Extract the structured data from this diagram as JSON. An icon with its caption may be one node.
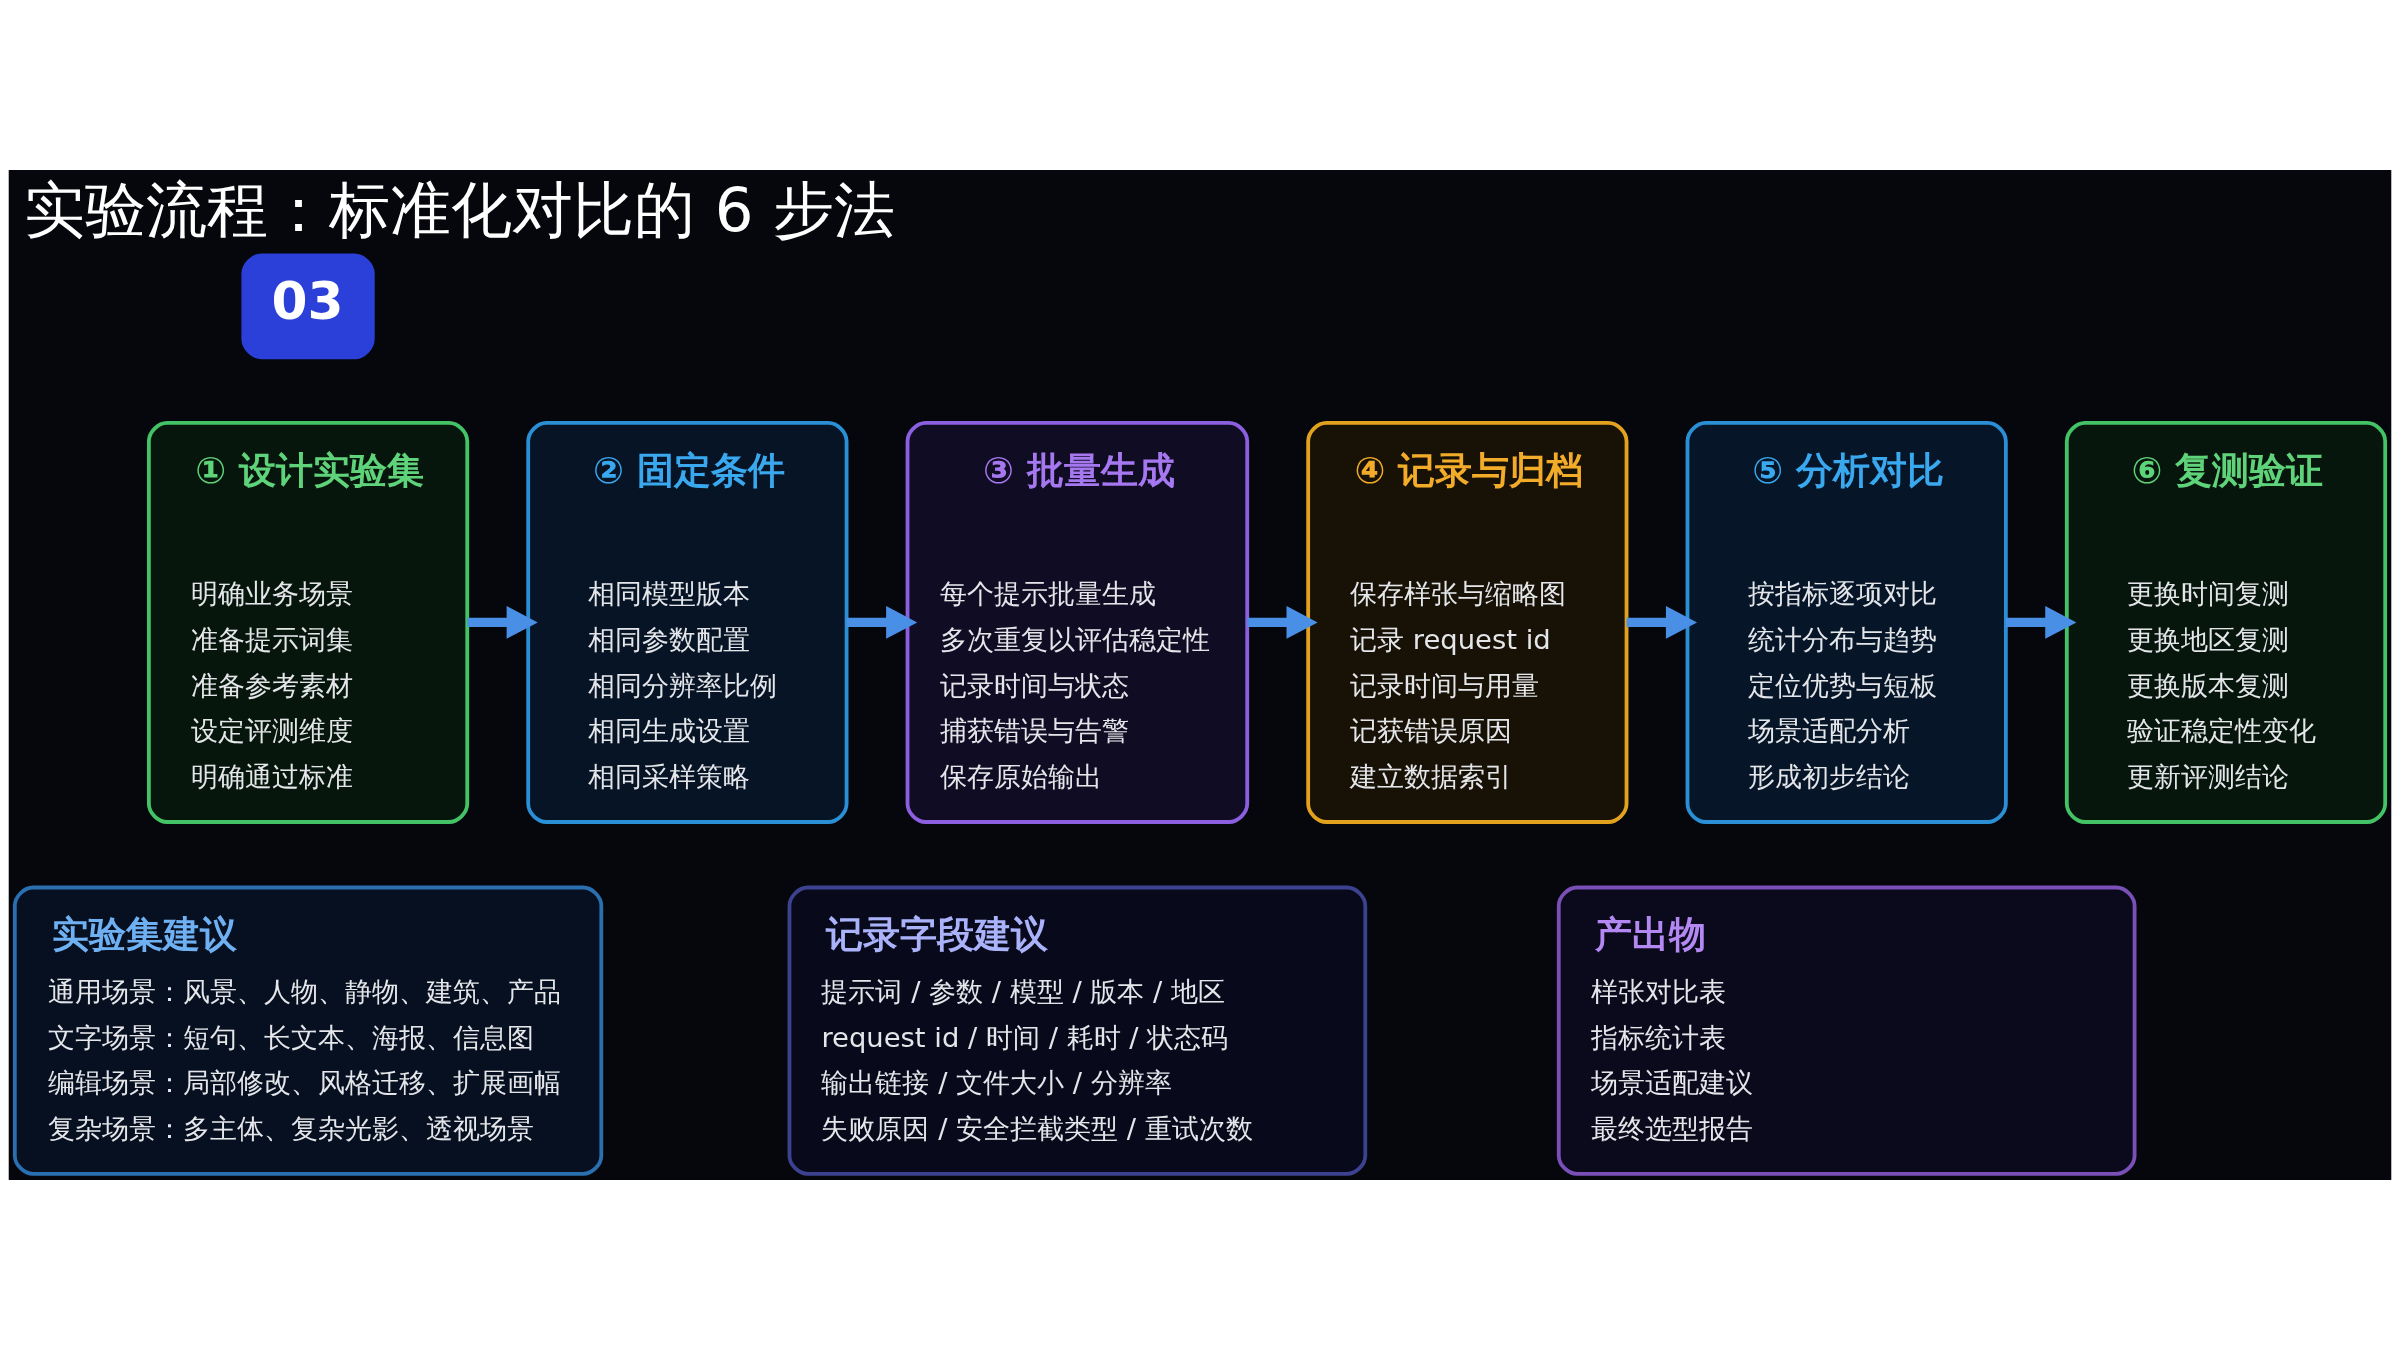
{
  "diagram": {
    "title": "实验流程：标准化对比的 6 步法",
    "nodes": [
      {
        "text": [
          "03"
        ]
      },
      {
        "text": [
          "① 设计实验集",
          "明确业务场景",
          "准备提示词集",
          "准备参考素材",
          "设定评测维度",
          "明确通过标准"
        ]
      },
      {
        "text": [
          "② 固定条件",
          "相同模型版本",
          "相同参数配置",
          "相同分辨率比例",
          "相同生成设置",
          "相同采样策略"
        ]
      },
      {
        "text": [
          "③ 批量生成",
          "每个提示批量生成",
          "多次重复以评估稳定性",
          "记录时间与状态",
          "捕获错误与告警",
          "保存原始输出"
        ]
      },
      {
        "text": [
          "④ 记录与归档",
          "保存样张与缩略图",
          "记录 request id",
          "记录时间与用量",
          "记获错误原因",
          "建立数据索引"
        ]
      },
      {
        "text": [
          "⑤ 分析对比",
          "按指标逐项对比",
          "统计分布与趋势",
          "定位优势与短板",
          "场景适配分析",
          "形成初步结论"
        ]
      },
      {
        "text": [
          "⑥ 复测验证",
          "更换时间复测",
          "更换地区复测",
          "更换版本复测",
          "验证稳定性变化",
          "更新评测结论"
        ]
      },
      {
        "text": [
          "实验集建议",
          "通用场景：风景、人物、静物、建筑、产品",
          "文字场景：短句、长文本、海报、信息图",
          "编辑场景：局部修改、风格迁移、扩展画幅",
          "复杂场景：多主体、复杂光影、透视场景"
        ]
      },
      {
        "text": [
          "记录字段建议",
          "提示词 / 参数 / 模型 / 版本 / 地区",
          "request id / 时间 / 耗时 / 状态码",
          "输出链接 / 文件大小 / 分辨率",
          "失败原因 / 安全拦截类型 / 重试次数"
        ]
      },
      {
        "text": [
          "产出物",
          "样张对比表",
          "指标统计表",
          "场景适配建议",
          "最终选型报告"
        ]
      }
    ],
    "edges": [
      {
        "from": 1,
        "to": 2,
        "arrow": "to"
      },
      {
        "from": 2,
        "to": 3,
        "arrow": "to"
      },
      {
        "from": 3,
        "to": 4,
        "arrow": "to"
      },
      {
        "from": 4,
        "to": 5,
        "arrow": "to"
      },
      {
        "from": 5,
        "to": 6,
        "arrow": "to"
      }
    ]
  }
}
